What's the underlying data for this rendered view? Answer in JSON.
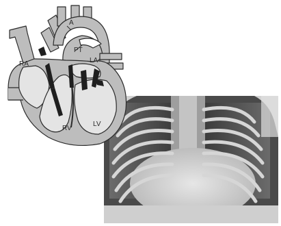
{
  "diagram": {
    "labels": {
      "aorta": "A",
      "pulmonary_trunk": "PT",
      "right_atrium": "RA",
      "left_atrium": "LA",
      "right_ventricle": "RV",
      "left_ventricle": "LV"
    }
  },
  "colors": {
    "heart_fill": "#bdbdbd",
    "outline": "#2b2b2b",
    "interior": "#e4e4e4",
    "xray_dark": "#3a3a3a",
    "xray_bone": "#d8d8d8"
  }
}
